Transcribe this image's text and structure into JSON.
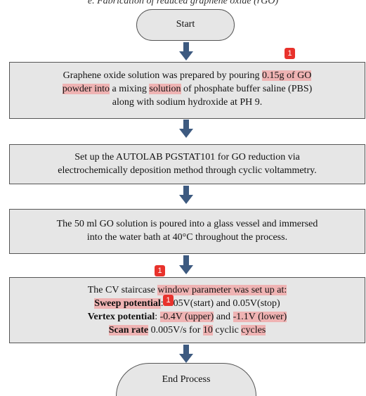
{
  "caption": "e. Fabrication of reduced graphene oxide (rGO)",
  "start_label": "Start",
  "end_label": "End Process",
  "step1": {
    "t1": "Graphene oxide solution was prepared by pouring ",
    "h1": "0.15g of GO",
    "h2": "powder into",
    "t2": " a mixing ",
    "h3": "solution",
    "t3": " of phosphate buffer saline (PBS)",
    "line3": "along with sodium hydroxide at PH 9."
  },
  "step2": {
    "line1": "Set up the AUTOLAB PGSTAT101 for GO reduction via",
    "line2": "electrochemically deposition method through cyclic voltammetry."
  },
  "step3": {
    "line1": "The 50 ml GO solution is poured into a glass vessel and immersed",
    "line2": "into the water bath at 40°C throughout the process."
  },
  "step4": {
    "l1a": "The CV staircase ",
    "l1h": "window parameter was set up at:",
    "l2label": "Sweep potential",
    "l2rest": ": 0.05V(start) and 0.05V(stop)",
    "l3label": "Vertex potential",
    "l3a": ": ",
    "l3h1": "-0.4V (upper)",
    "l3b": " and ",
    "l3h2": "-1.1V (lower)",
    "l4label": "Scan rate",
    "l4a": " 0.005V/s for ",
    "l4h1": "10",
    "l4b": " cyclic ",
    "l4h2": "cycles"
  },
  "badges": [
    "1",
    "1",
    "1"
  ],
  "colors": {
    "arrow": "#3d5a80",
    "highlight": "#efb3b3",
    "box_fill": "#e6e6e6",
    "badge": "#e8322c"
  }
}
